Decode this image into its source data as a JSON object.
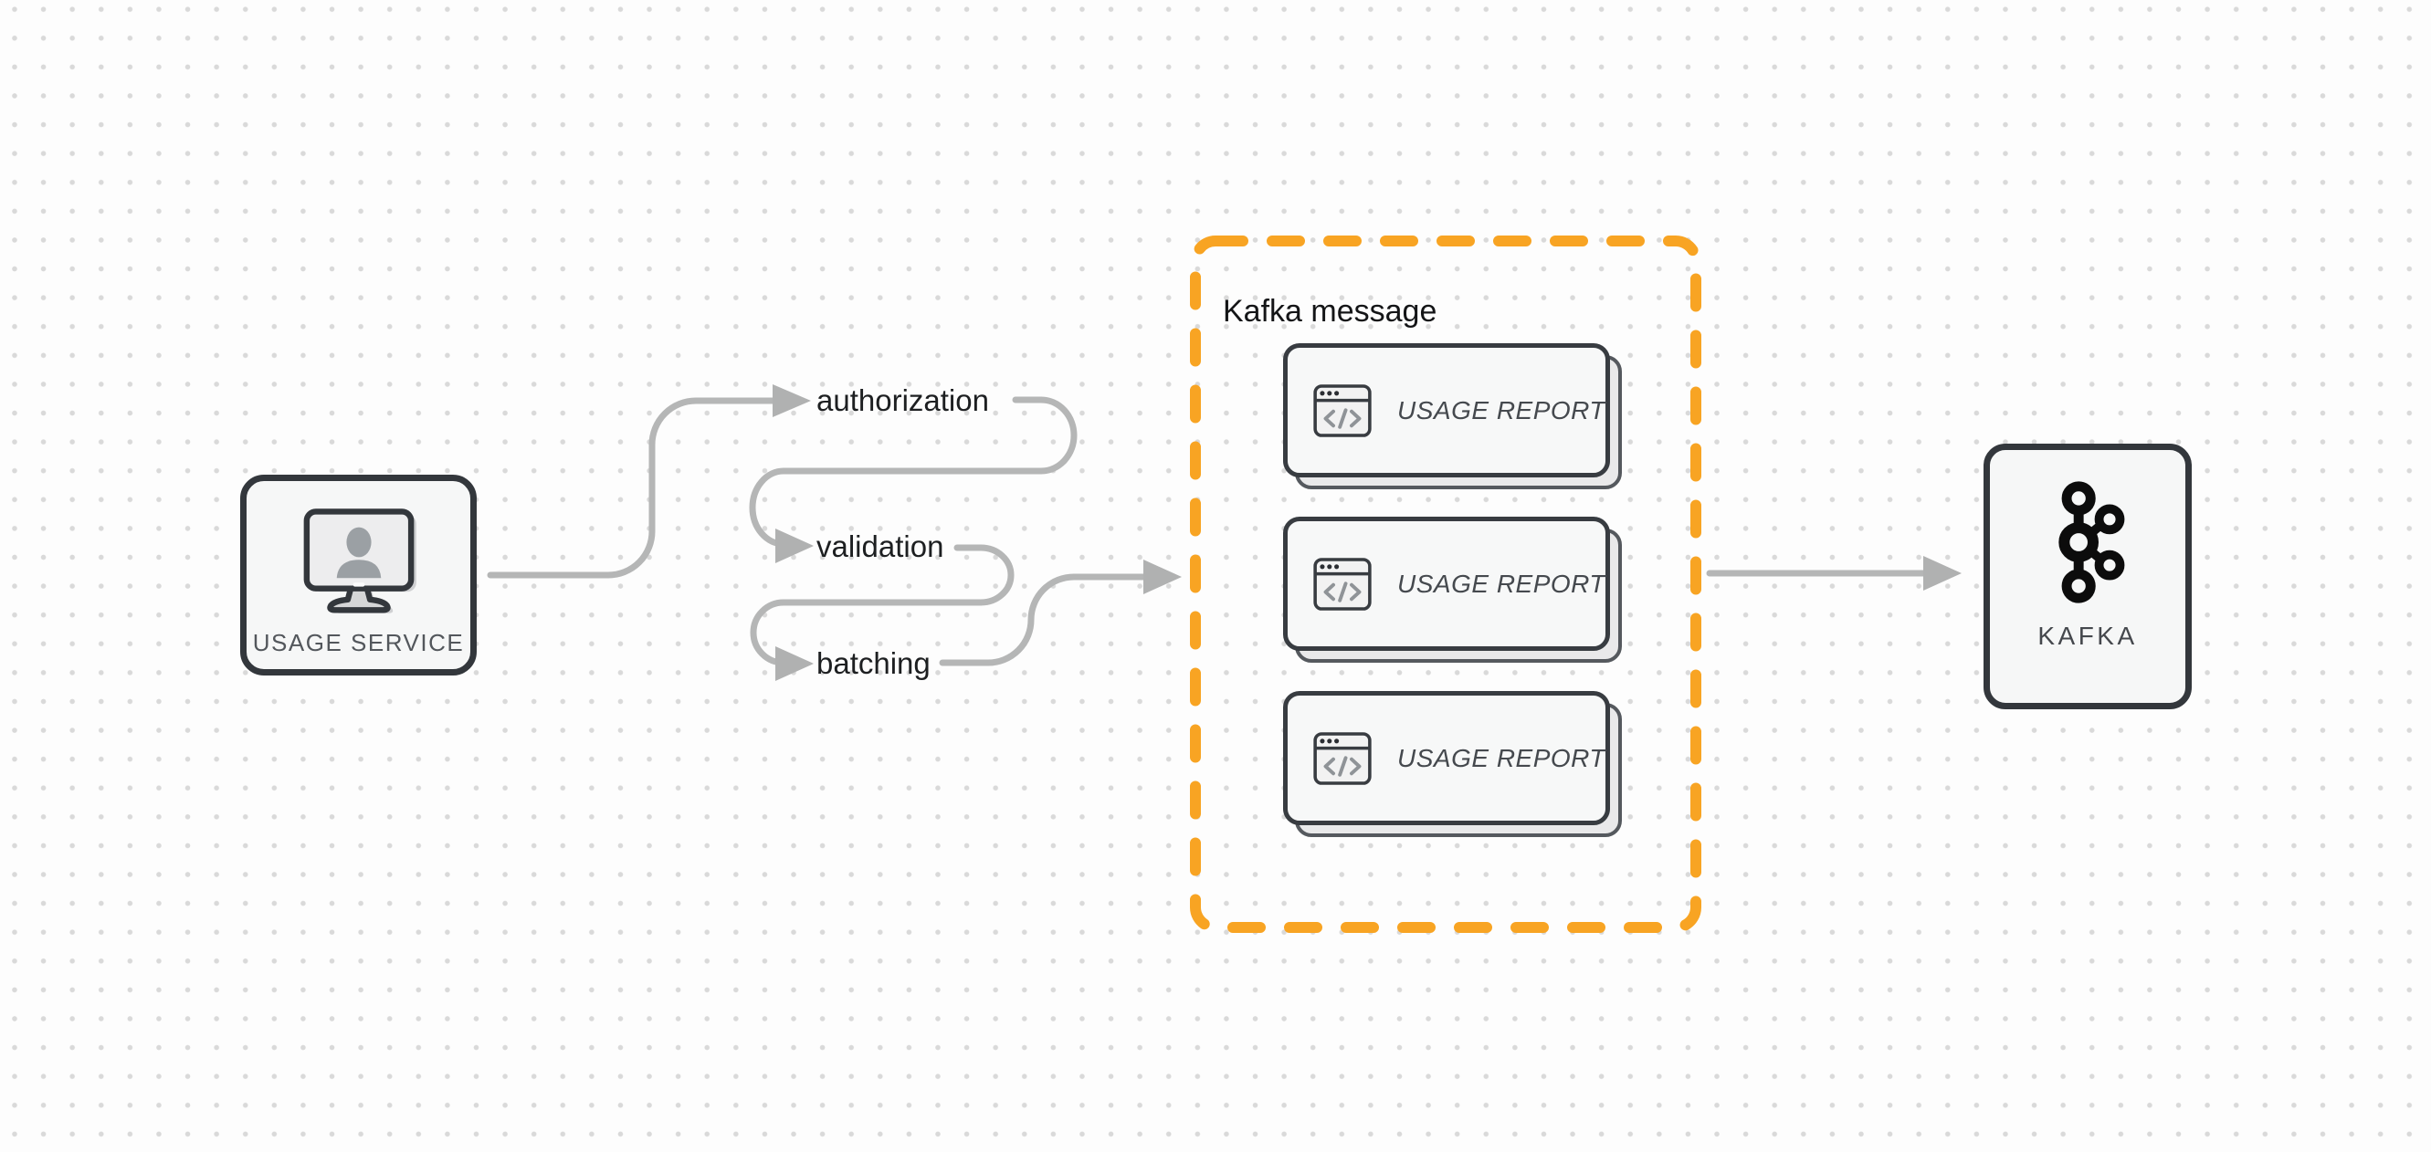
{
  "diagram": {
    "source_node": {
      "label": "USAGE SERVICE",
      "icon": "monitor-user-icon"
    },
    "steps": [
      {
        "label": "authorization"
      },
      {
        "label": "validation"
      },
      {
        "label": "batching"
      }
    ],
    "group": {
      "title": "Kafka message",
      "cards": [
        {
          "label": "USAGE REPORT",
          "icon": "code-window-icon"
        },
        {
          "label": "USAGE REPORT",
          "icon": "code-window-icon"
        },
        {
          "label": "USAGE REPORT",
          "icon": "code-window-icon"
        }
      ]
    },
    "sink_node": {
      "label": "KAFKA",
      "icon": "kafka-logo-icon"
    },
    "colors": {
      "background": "#fdfdfd",
      "grid_dot": "#d9d9d9",
      "arrow": "#b5b6b6",
      "group_border": "#f8a423",
      "node_border": "#33373c",
      "node_fill": "#f6f7f7",
      "card_fill": "#f7f8f8",
      "card_shadow_fill": "#e9e9ea",
      "step_text": "#1d1f21",
      "group_title_text": "#141517",
      "card_text": "#45494e",
      "node_label_text": "#53575c"
    }
  }
}
